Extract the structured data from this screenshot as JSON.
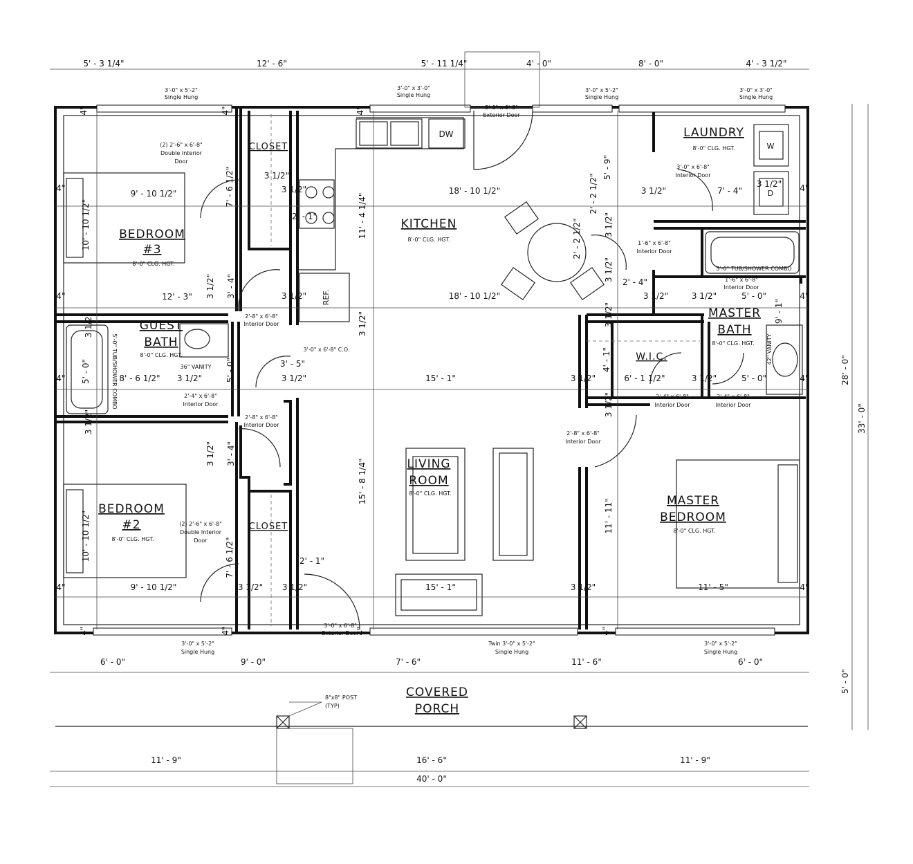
{
  "rooms": {
    "bedroom3": {
      "name": "BEDROOM",
      "num": "#3",
      "ceiling": "8'-0\" CLG. HGT."
    },
    "closet_top": {
      "name": "CLOSET"
    },
    "kitchen": {
      "name": "KITCHEN",
      "ceiling": "8'-0\" CLG. HGT."
    },
    "laundry": {
      "name": "LAUNDRY",
      "ceiling": "8'-0\" CLG. HGT."
    },
    "guest_bath": {
      "name1": "GUEST",
      "name2": "BATH",
      "ceiling": "8'-0\" CLG. HGT."
    },
    "master_bath": {
      "name1": "MASTER",
      "name2": "BATH",
      "ceiling": "8'-0\" CLG. HGT."
    },
    "wic": {
      "name": "W.I.C."
    },
    "living": {
      "name1": "LIVING",
      "name2": "ROOM",
      "ceiling": "8'-0\" CLG. HGT."
    },
    "bedroom2": {
      "name": "BEDROOM",
      "num": "#2",
      "ceiling": "8'-0\" CLG. HGT."
    },
    "closet_bottom": {
      "name": "CLOSET"
    },
    "master_bed": {
      "name1": "MASTER",
      "name2": "BEDROOM",
      "ceiling": "8'-0\" CLG. HGT."
    },
    "porch": {
      "name1": "COVERED",
      "name2": "PORCH"
    }
  },
  "fixtures": {
    "dw": "DW",
    "ref": "REF.",
    "washer": "W",
    "dryer": "D"
  },
  "notes": {
    "win_b3": "3'-0\" x 5'-2\"",
    "win_b3_type": "Single Hung",
    "win_kit": "3'-0\" x 3'-0\"",
    "win_kit_type": "Single Hung",
    "ext_door_top": "3'-0\" x 6'-8\"",
    "ext_door_top_type": "Exterior Door",
    "win_lau": "3'-0\" x 5'-2\"",
    "win_lau_type": "Single Hung",
    "win_mb_top": "3'-0\" x 3'-0\"",
    "win_mb_top_type": "Single Hung",
    "dbl_door_b3": "(2) 2'-6\" x 6'-8\"",
    "dbl_door_b3_t1": "Double Interior",
    "dbl_door_b3_t2": "Door",
    "lau_door": "3'-0\" x 6'-8\"",
    "lau_door_type": "Interior Door",
    "mb_door_small": "1'-6\" x 6'-8\"",
    "mb_door_small_type": "Interior Door",
    "tub_combo": "5'-0\" TUB/SHOWER COMBO",
    "mb_door_small2": "1'-6\" x 6'-8\"",
    "mb_door_small2_type": "Interior Door",
    "gb_door": "2'-8\" x 6'-8\"",
    "gb_door_type": "Interior Door",
    "co": "3'-0\" x 6'-8\" C.O.",
    "vanity36": "36\" VANITY",
    "gb_tub": "5'-0\" TUB/SHOWER COMBO",
    "gb_door2": "2'-4\" x 6'-8\"",
    "gb_door2_type": "Interior Door",
    "b2_door": "2'-8\" x 6'-8\"",
    "b2_door_type": "Interior Door",
    "wic_door": "2'-4\" x 6'-8\"",
    "wic_door_type": "Interior Door",
    "mbath_door": "2'-4\" x 6'-8\"",
    "mbath_door_type": "Interior Door",
    "vanity42": "42\" VANITY",
    "mbed_door": "2'-8\" x 6'-8\"",
    "mbed_door_type": "Interior Door",
    "dbl_door_b2": "(2) 2'-6\" x 6'-8\"",
    "dbl_door_b2_t1": "Double Interior",
    "dbl_door_b2_t2": "Door",
    "ext_door_bot": "3'-0\" x 6'-8\"",
    "ext_door_bot_type": "Exterior Door",
    "win_b2": "3'-0\" x 5'-2\"",
    "win_b2_type": "Single Hung",
    "win_liv": "Twin 3'-0\" x 5'-2\"",
    "win_liv_type": "Single Hung",
    "win_mbed": "3'-0\" x 5'-2\"",
    "win_mbed_type": "Single Hung",
    "post": "8\"x8\" POST",
    "post2": "(TYP)"
  },
  "dims": {
    "top1": "5' - 3 1/4\"",
    "top2": "12' - 6\"",
    "top3": "5' - 11 1/4\"",
    "top4": "4' - 0\"",
    "top5": "8' - 0\"",
    "top6": "4' - 3 1/2\"",
    "b3_w": "9' - 10 1/2\"",
    "b3_h": "10' - 10 1/2\"",
    "b3_w2": "12' - 3\"",
    "b3_cl": "7' - 6 1/2\"",
    "wall4": "4\"",
    "w312": "3 1/2\"",
    "k_h": "11' - 4 1/4\"",
    "k_w1": "18' - 10 1/2\"",
    "k_w2": "18' - 10 1/2\"",
    "k_21": "2' - 1\"",
    "lau_h": "5' - 9\"",
    "lau_w": "7' - 4\"",
    "t2212a": "2' - 2 1/2\"",
    "t2212b": "2' - 2 1/2\"",
    "t24": "2' - 4\"",
    "t50": "5' - 0\"",
    "t91": "9' - 1\"",
    "t34a": "3' - 4\"",
    "t34b": "3' - 4\"",
    "t35": "3' - 5\"",
    "gb_w": "8' - 6 1/2\"",
    "gb_h": "5' - 0\"",
    "gb_h2": "5' - 0\"",
    "liv_w": "15' - 1\"",
    "liv_w2": "15' - 1\"",
    "liv_h": "15' - 8 1/4\"",
    "wic_w": "6' - 1 1/2\"",
    "wic_h": "4' - 1\"",
    "mbath_w": "5' - 0\"",
    "b2_w": "9' - 10 1/2\"",
    "b2_h": "10' - 10 1/2\"",
    "b2_cl": "7' - 6 1/2\"",
    "b2_21": "2' - 1\"",
    "mbed_h": "11' - 11\"",
    "mbed_w": "11' - 5\"",
    "bot1": "6' - 0\"",
    "bot2": "9' - 0\"",
    "bot3": "7' - 6\"",
    "bot4": "11' - 6\"",
    "bot5": "6' - 0\"",
    "p1": "11' - 9\"",
    "p2": "16' - 6\"",
    "p3": "11' - 9\"",
    "total_w": "40' - 0\"",
    "right_28": "28' - 0\"",
    "right_33": "33' - 0\"",
    "right_5": "5' - 0\""
  }
}
